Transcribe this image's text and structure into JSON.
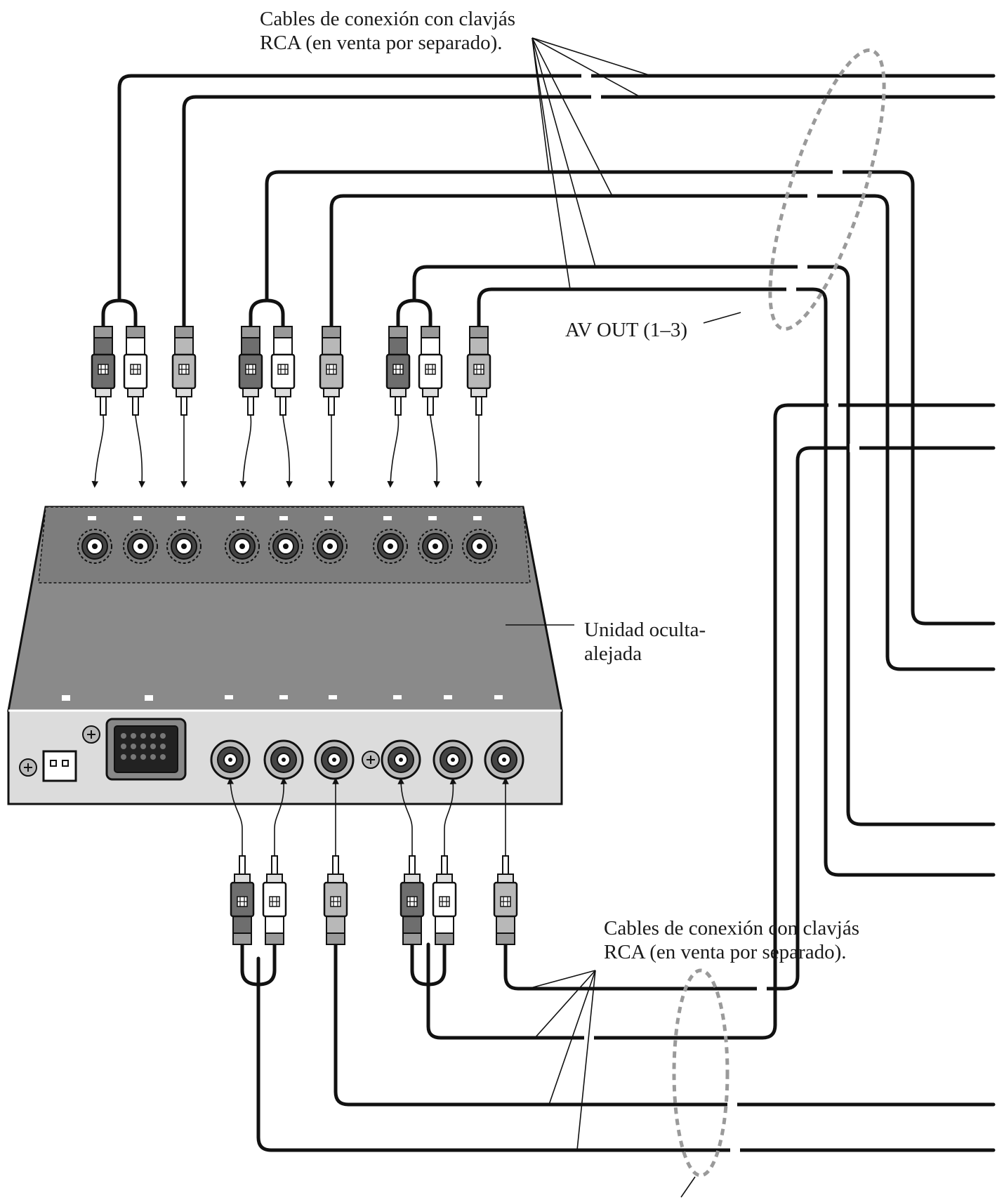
{
  "labels": {
    "cables_top_line1": "Cables de conexión con clavjás",
    "cables_top_line2": "RCA (en venta por separado).",
    "av_out": "AV OUT (1–3)",
    "unit_line1": "Unidad oculta-",
    "unit_line2": "alejada",
    "cables_bottom_line1": "Cables de conexión con clavjás",
    "cables_bottom_line2": "RCA (en venta por separado)."
  },
  "colors": {
    "plug_red": "#6e6e6e",
    "plug_white": "#ffffff",
    "plug_video": "#b8b8b8",
    "unit_top": "#8a8a8a",
    "unit_front": "#dcdcdc",
    "dashed_group": "#9a9a9a"
  }
}
